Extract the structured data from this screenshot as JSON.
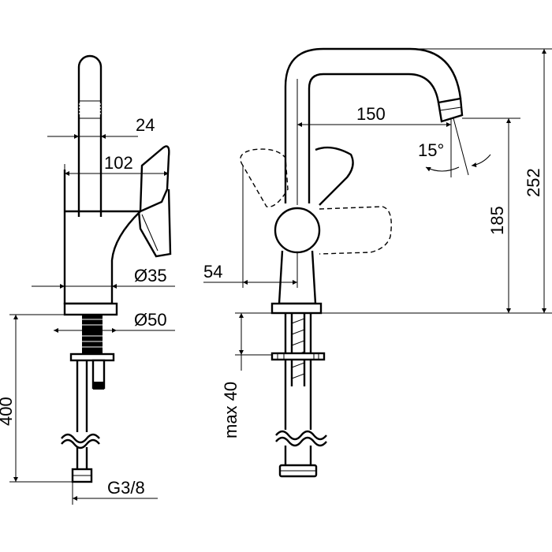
{
  "dimensions": {
    "spout_top_dia": "24",
    "lever_reach": "102",
    "body_dia": "Ø35",
    "base_dia": "Ø50",
    "hose_length": "400",
    "thread": "G3/8",
    "spout_reach": "150",
    "spout_angle": "15°",
    "outlet_height": "185",
    "total_height": "252",
    "axis_offset": "54",
    "deck_thickness": "max 40"
  },
  "colors": {
    "line": "#000000",
    "background": "#ffffff"
  }
}
